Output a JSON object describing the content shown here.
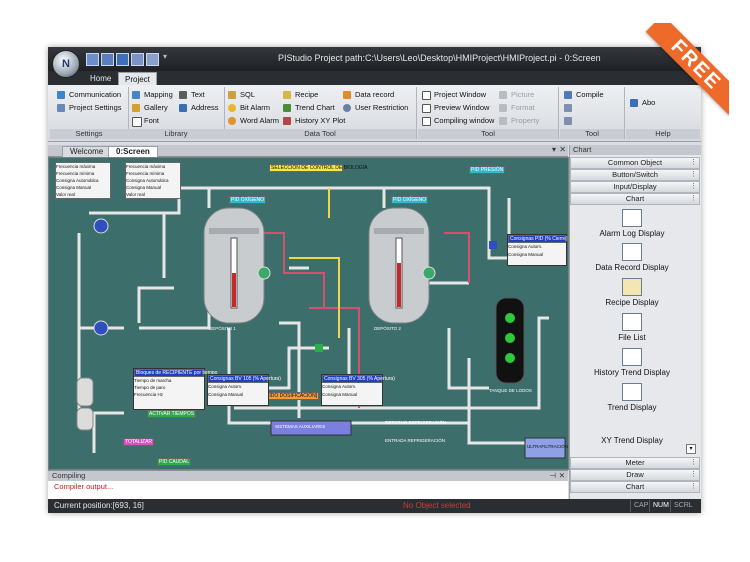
{
  "window": {
    "title": "PIStudio   Project path:C:\\Users\\Leo\\Desktop\\HMIProject\\HMIProject.pi   - 0:Screen",
    "tabs": [
      "Home",
      "Project"
    ]
  },
  "ribbon": {
    "settings": {
      "title": "Settings",
      "items": [
        "Communication",
        "Project Settings"
      ]
    },
    "library": {
      "title": "Library",
      "items": [
        "Mapping",
        "Text",
        "Gallery",
        "Address",
        "Font"
      ]
    },
    "data_tool": {
      "title": "Data Tool",
      "items": [
        "SQL",
        "Recipe",
        "Data record",
        "Bit Alarm",
        "Trend Chart",
        "User Restriction",
        "Word Alarm",
        "History XY Plot"
      ]
    },
    "tool": {
      "title": "Tool",
      "items": [
        "Project Window",
        "Picture",
        "Preview Window",
        "Format",
        "Compiling window",
        "Property"
      ]
    },
    "tool2": {
      "title": "Tool",
      "items": [
        "Compile"
      ]
    },
    "help": {
      "title": "Help",
      "items": [
        "Abo"
      ]
    }
  },
  "doc_tabs": [
    "Welcome",
    "0:Screen"
  ],
  "right_panel": {
    "header": "Chart",
    "categories_top": [
      "Common Object",
      "Button/Switch",
      "Input/Display",
      "Chart"
    ],
    "items": [
      "Alarm Log Display",
      "Data Record Display",
      "Recipe Display",
      "File List",
      "History Trend Display",
      "Trend Display",
      "XY Trend Display"
    ],
    "categories_bottom": [
      "Meter",
      "Draw",
      "Chart"
    ]
  },
  "compiling": {
    "title": "Compiling",
    "text": "Compiler output..."
  },
  "status": {
    "position": "Current position:[693, 16]",
    "message": "No Object selected",
    "keys": [
      "CAP",
      "NUM",
      "SCRL"
    ]
  },
  "banner": "FREE",
  "canvas": {
    "banner": "SELECCIÓN DE CONTROL DE BIOLOGÍA",
    "left_rows": [
      "Frecuencia máxima",
      "Frecuencia mínima",
      "Consigna Automática",
      "Consigna Manual",
      "Valor real"
    ],
    "dep1": "DEPÓSITO 1",
    "dep2": "DEPÓSITO 2",
    "pid_oxig": "PID OXÍGENO",
    "pid_presion": "PID PRESIÓN",
    "pid_caudal": "PID CAUDAL",
    "tanque": "TANQUE DE LODOS",
    "ultra": "ULTRAFILTRACIÓN",
    "retorno": "RETORNO REFRIGERACIÓN",
    "entrada": "ENTRADA REFRIGERACIÓN",
    "sistemas": "SISTEMAS AUXILIARES",
    "acido": "[ÁCIDO DOSIFICACIÓN]",
    "totalizar": "TOTALIZAR",
    "bloques": "Bloques de RECIPIENTE por tiempo",
    "t1": "Tiempo de marcha",
    "t2": "Tiempo de paro",
    "t3": "Frecuencia Hz",
    "activar": "ACTIVAR TIEMPOS",
    "cons1": "Consignas BV 105 (% Apertura)",
    "cons2": "Consignas BV 305 (% Apertura)",
    "cons3": "Consignas PID (% Cierre)",
    "cauto": "Consigna Autom.",
    "cmanual": "Consigna Manual"
  }
}
